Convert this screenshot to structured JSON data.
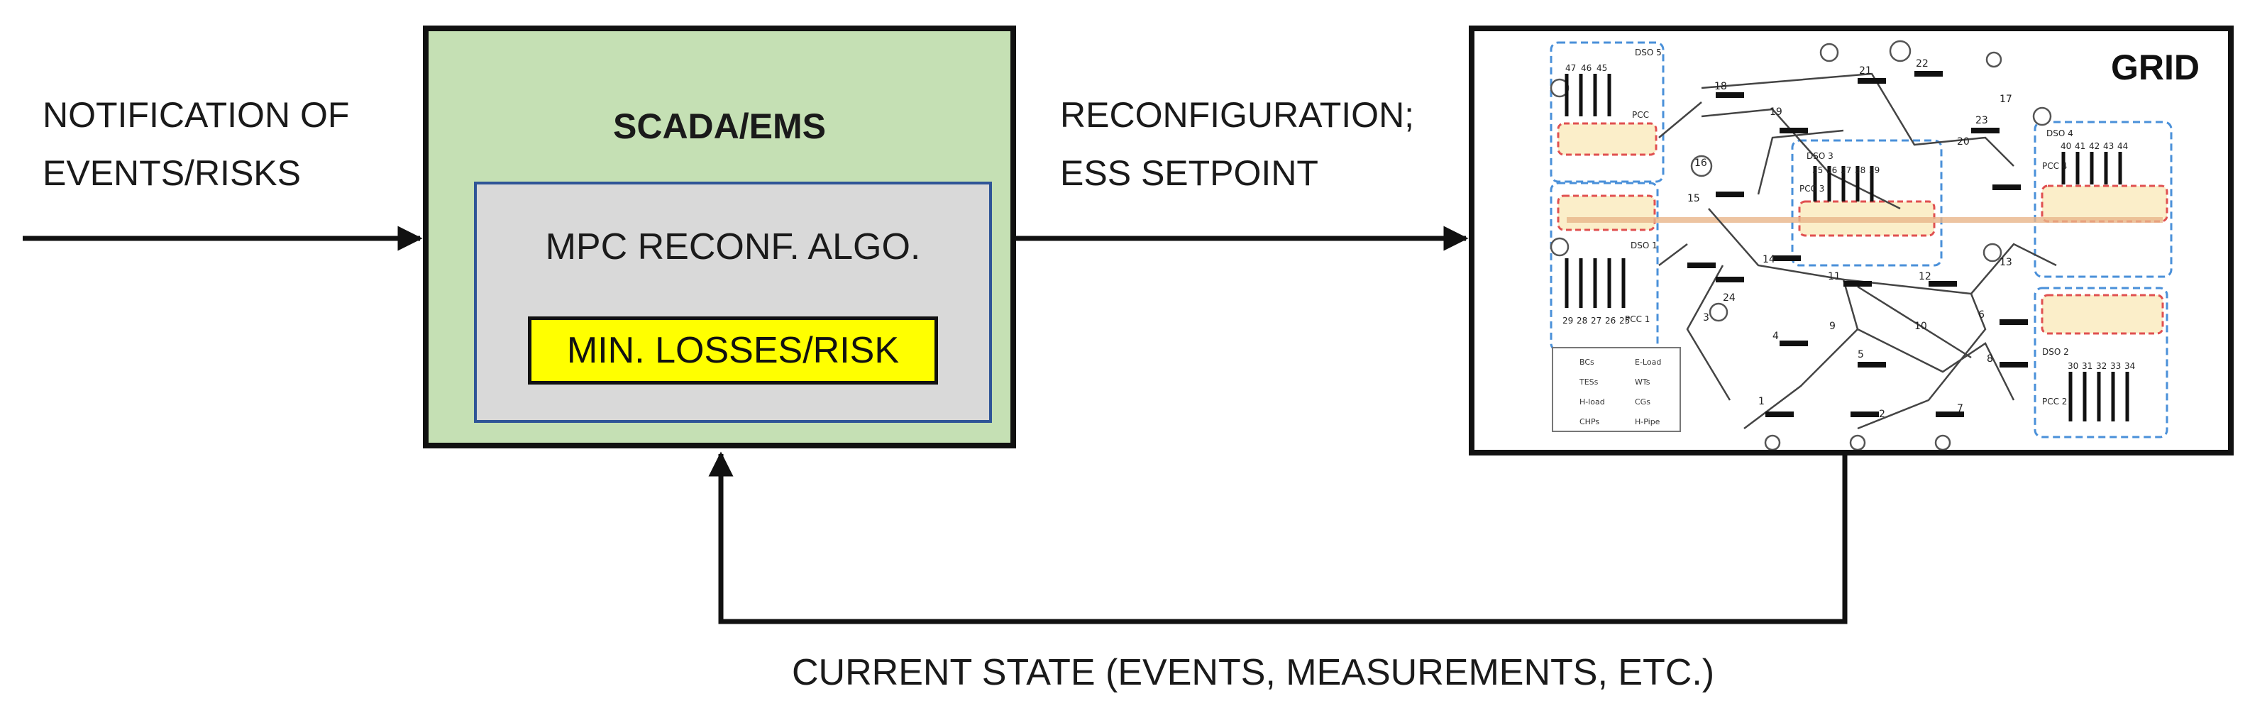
{
  "diagram": {
    "input_label": [
      "NOTIFICATION OF",
      "EVENTS/RISKS"
    ],
    "output_label": [
      "RECONFIGURATION;",
      "ESS SETPOINT"
    ],
    "feedback_label": "CURRENT STATE (EVENTS, MEASUREMENTS, ETC.)"
  },
  "scada": {
    "title": "SCADA/EMS",
    "algo_label": "MPC RECONF. ALGO.",
    "objective_label": "MIN. LOSSES/RISK",
    "fill_color": "#c5e0b4",
    "inner_fill_color": "#d9d9d9",
    "inner_border_color": "#2f5597",
    "objective_fill_color": "#ffff00"
  },
  "grid": {
    "title": "GRID",
    "bus_numbers": [
      "1",
      "2",
      "3",
      "4",
      "5",
      "6",
      "7",
      "8",
      "9",
      "10",
      "11",
      "12",
      "13",
      "14",
      "15",
      "16",
      "17",
      "18",
      "19",
      "20",
      "21",
      "22",
      "23",
      "24"
    ],
    "dso_labels": [
      "DSO 1",
      "DSO 2",
      "DSO 3",
      "DSO 4",
      "DSO 5"
    ],
    "pcc_labels": [
      "PCC 1",
      "PCC 2",
      "PCC 3",
      "PCC 4",
      "PCC"
    ],
    "dso5_buses": [
      "47",
      "46",
      "45"
    ],
    "dso1_buses": [
      "29",
      "28",
      "27",
      "26",
      "25"
    ],
    "dso3_buses": [
      "35",
      "36",
      "37",
      "38",
      "39"
    ],
    "dso4_buses": [
      "40",
      "41",
      "42",
      "43",
      "44"
    ],
    "dso2_buses": [
      "30",
      "31",
      "32",
      "33",
      "34"
    ],
    "legend_items": [
      "BCs",
      "TESs",
      "H-load",
      "CHPs",
      "E-Load",
      "WTs",
      "CGs",
      "H-Pipe"
    ]
  }
}
